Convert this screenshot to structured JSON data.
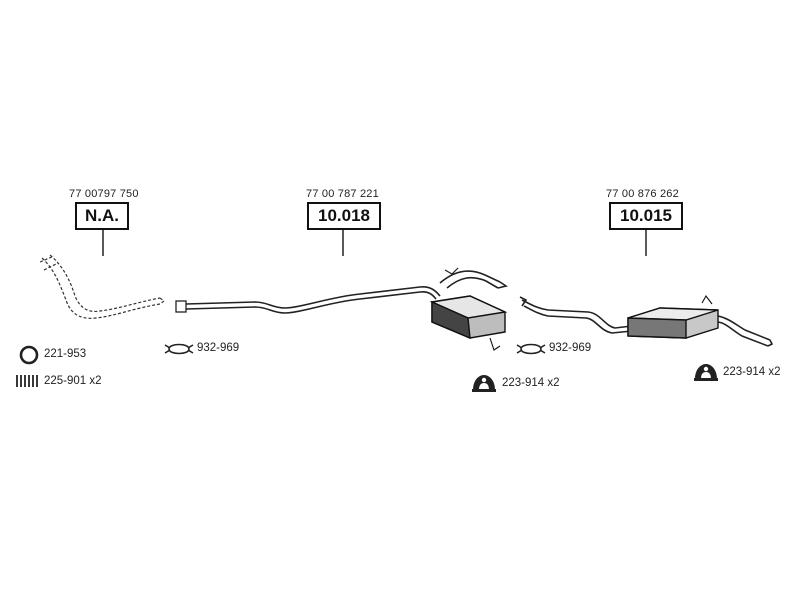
{
  "sections": [
    {
      "ref": "77 00797 750",
      "code": "N.A."
    },
    {
      "ref": "77 00 787 221",
      "code": "10.018"
    },
    {
      "ref": "77 00 876 262",
      "code": "10.015"
    }
  ],
  "accessories": {
    "ring": "221-953",
    "spring": "225-901 x2",
    "clamp_1": "932-969",
    "clamp_2": "932-969",
    "hanger_1": "223-914 x2",
    "hanger_2": "223-914 x2"
  },
  "icons": {
    "ring": "sealing-ring-icon",
    "spring": "spring-icon",
    "clamp": "pipe-clamp-icon",
    "hanger": "rubber-hanger-icon"
  }
}
